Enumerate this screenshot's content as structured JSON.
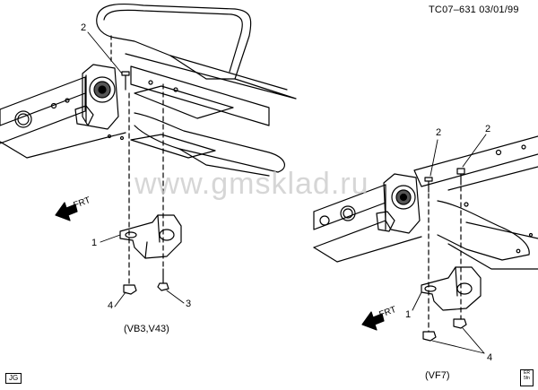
{
  "header": {
    "reference": "TC07–631  03/01/99"
  },
  "watermark": "www.gmsklad.ru",
  "left_view": {
    "arrow_label": "FRT",
    "caption": "(VB3,V43)",
    "callouts": [
      "2",
      "1",
      "4",
      "3"
    ]
  },
  "right_view": {
    "arrow_label": "FRT",
    "caption": "(VF7)",
    "callouts": [
      "2",
      "2",
      "1",
      "4"
    ]
  },
  "footer": {
    "badge": "JG",
    "icon_text": "ER 5fn"
  }
}
